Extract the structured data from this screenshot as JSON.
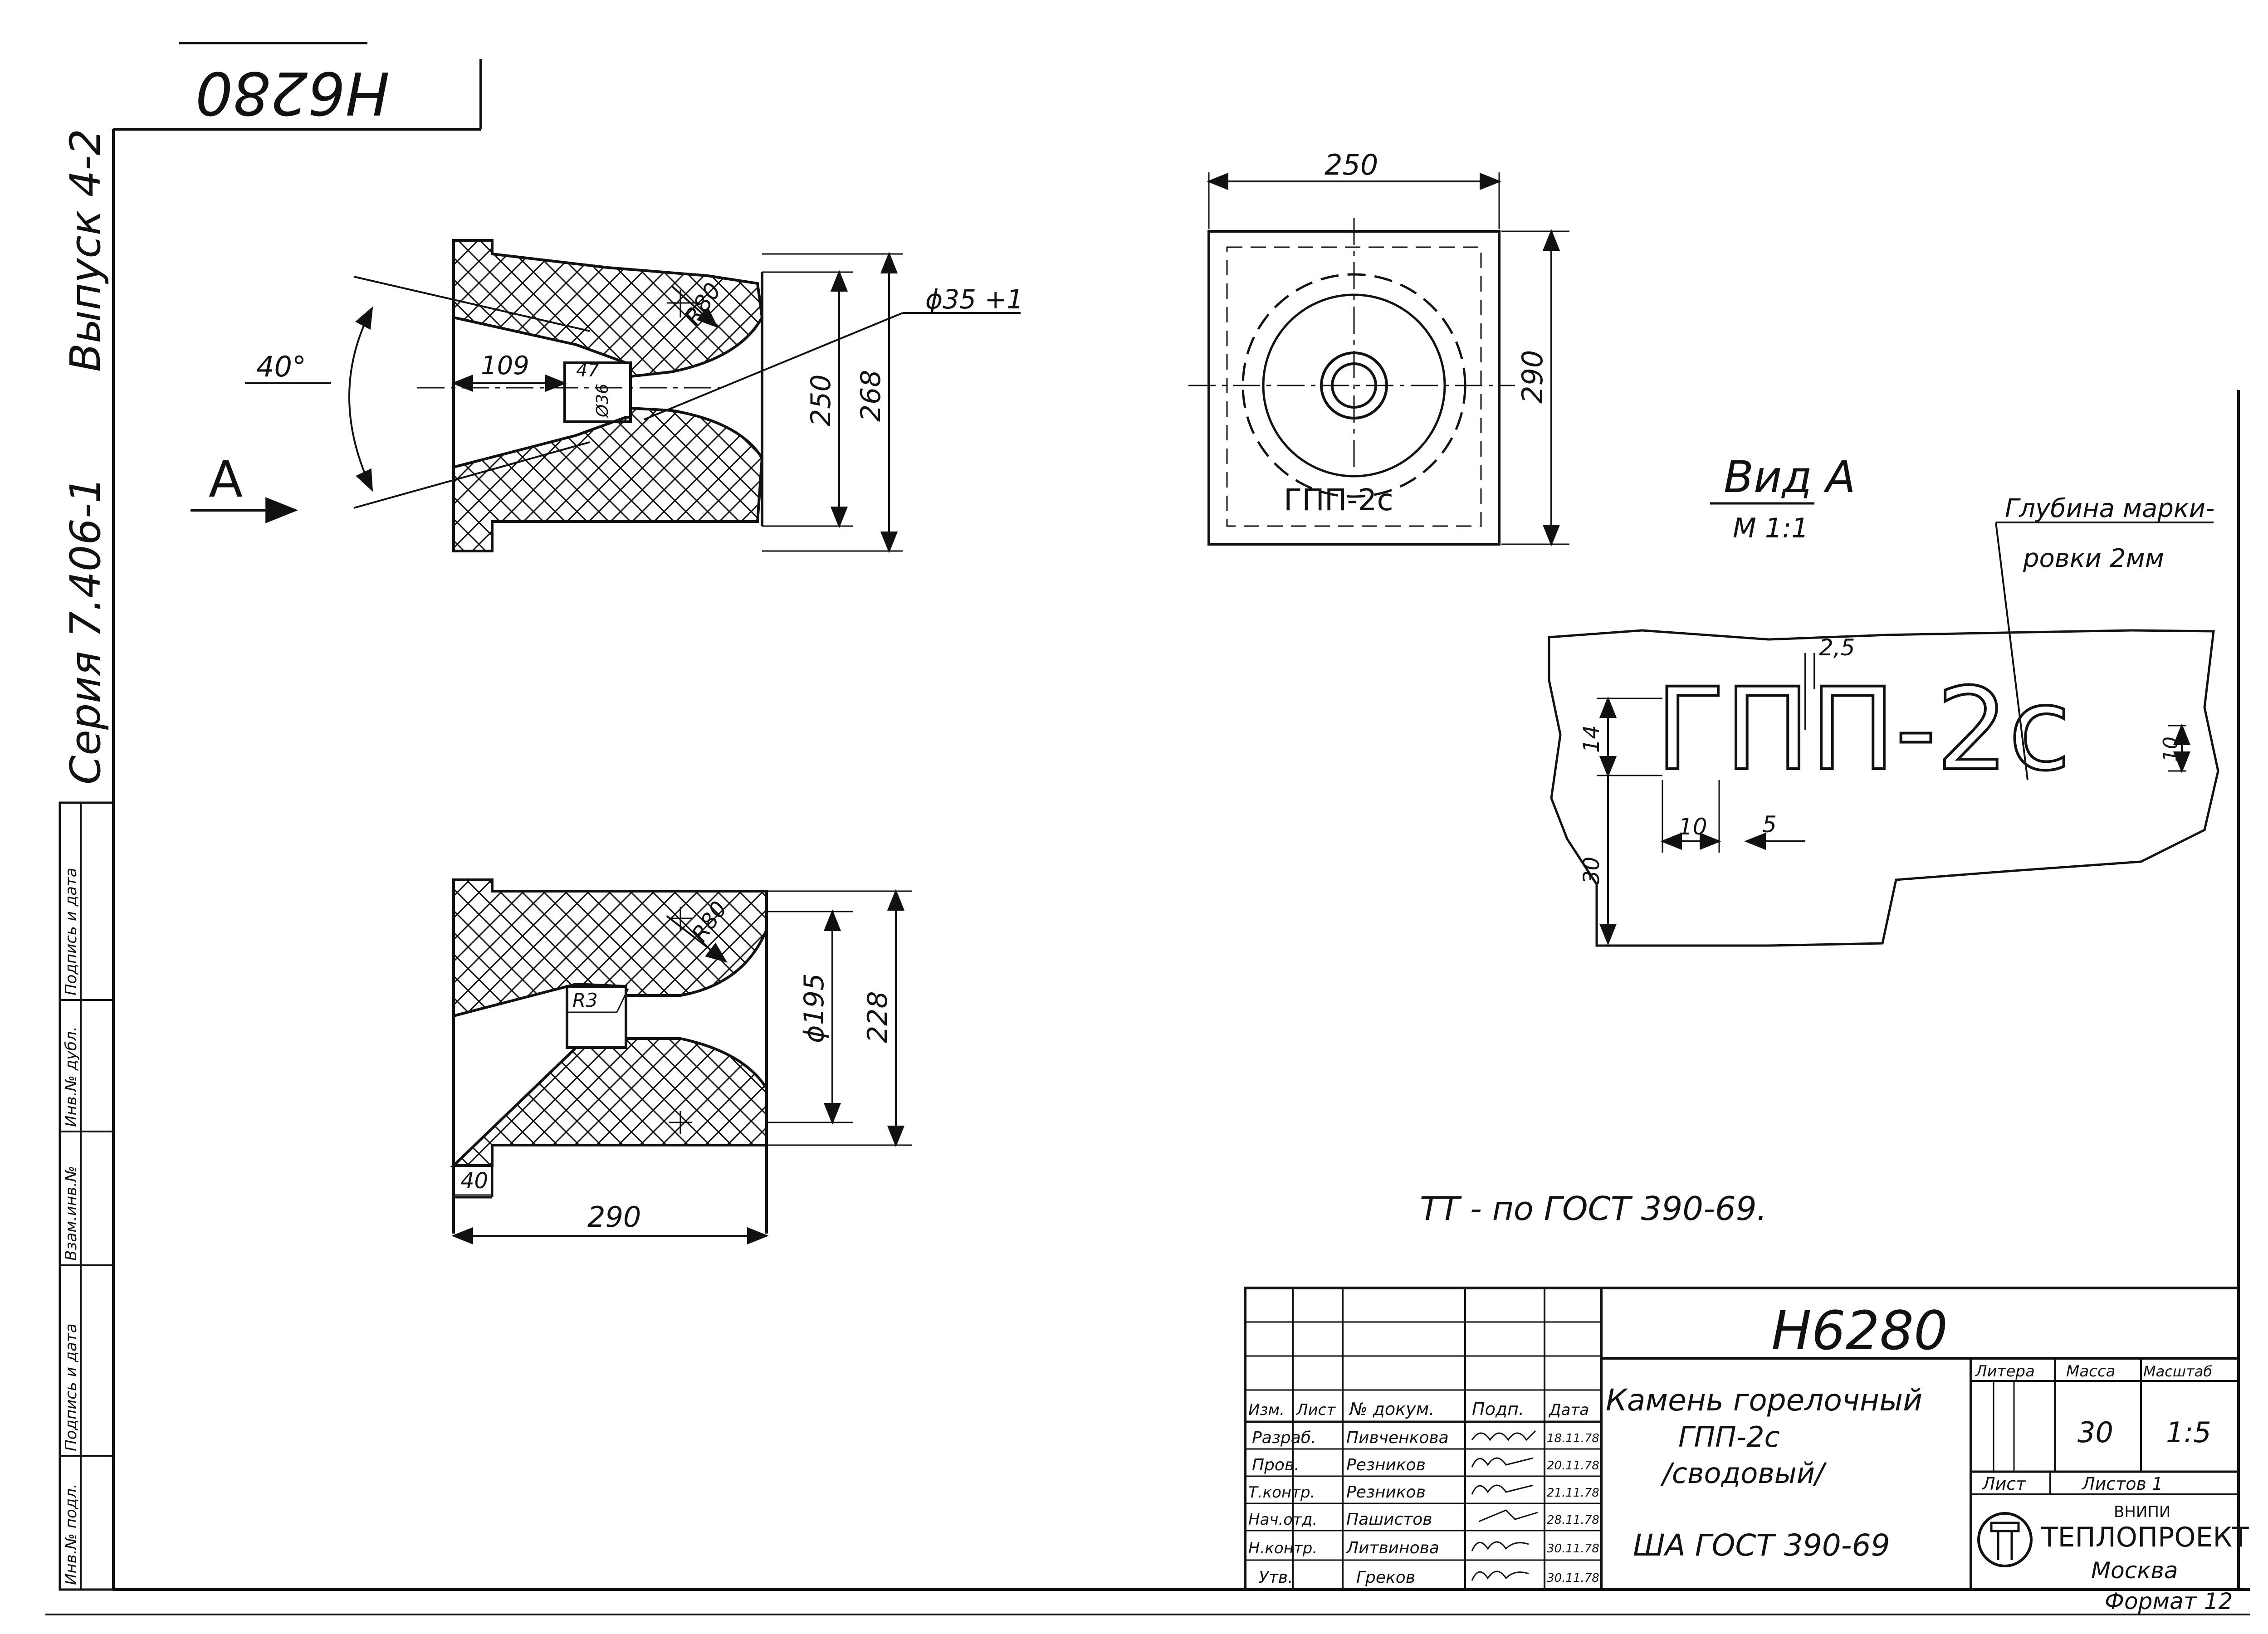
{
  "corner_stamp": "H6280",
  "side_labels": {
    "series": "Серия 7.406-1",
    "issue": "Выпуск 4-2"
  },
  "left_strip": {
    "inv_podl": "Инв.№ подл.",
    "podpis_data_1": "Подпись и дата",
    "vzam_inv": "Взам.инв.№",
    "inv_dubl": "Инв.№ дубл.",
    "podpis_data_2": "Подпись и дата"
  },
  "view_a_arrow": "A",
  "dims_top_section": {
    "angle": "40°",
    "d109": "109",
    "d47": "47",
    "d36": "Ø36",
    "r80": "R80",
    "phi35": "ϕ35 +1",
    "d250": "250",
    "d268": "268"
  },
  "dims_bottom_section": {
    "r80": "R80",
    "r3": "R3",
    "phi195": "ϕ195",
    "d228": "228",
    "d40": "40",
    "d290": "290"
  },
  "dims_plan": {
    "d250": "250",
    "d290": "290",
    "marking": "ГПП-2с"
  },
  "view_a": {
    "title": "Вид А",
    "scale": "М 1:1",
    "depth_note_1": "Глубина марки-",
    "depth_note_2": "ровки 2мм",
    "marking": "ГПП-2с",
    "d25": "2,5",
    "d14": "14",
    "d10_right": "10",
    "d10_bottom": "10",
    "d5": "5",
    "d30": "30"
  },
  "tt_note": "ТТ - по ГОСТ 390-69.",
  "title_block": {
    "doc_code": "H6280",
    "name_line_1": "Камень горелочный",
    "name_line_2": "ГПП-2с",
    "name_line_3": "/сводовый/",
    "standard": "ША ГОСТ 390-69",
    "col_headers": [
      "Изм.",
      "Лист",
      "№ докум.",
      "Подп.",
      "Дата"
    ],
    "staff": [
      {
        "role": "Разраб.",
        "name": "Пивченкова",
        "date": "18.11.78"
      },
      {
        "role": "Пров.",
        "name": "Резников",
        "date": "20.11.78"
      },
      {
        "role": "Т.контр.",
        "name": "Резников",
        "date": "21.11.78"
      },
      {
        "role": "Нач.отд.",
        "name": "Пашистов",
        "date": "28.11.78"
      },
      {
        "role": "Н.контр.",
        "name": "Литвинова",
        "date": "30.11.78"
      },
      {
        "role": "Утв.",
        "name": "Греков",
        "date": "30.11.78"
      }
    ],
    "litera_label": "Литера",
    "mass_label": "Масса",
    "scale_label": "Масштаб",
    "mass_value": "30",
    "scale_value": "1:5",
    "sheet_label": "Лист",
    "sheets_label": "Листов 1",
    "org_line_1": "ВНИПИ",
    "org_line_2": "ТЕПЛОПРОЕКТ",
    "org_city": "Москва",
    "format": "Формат 12"
  }
}
